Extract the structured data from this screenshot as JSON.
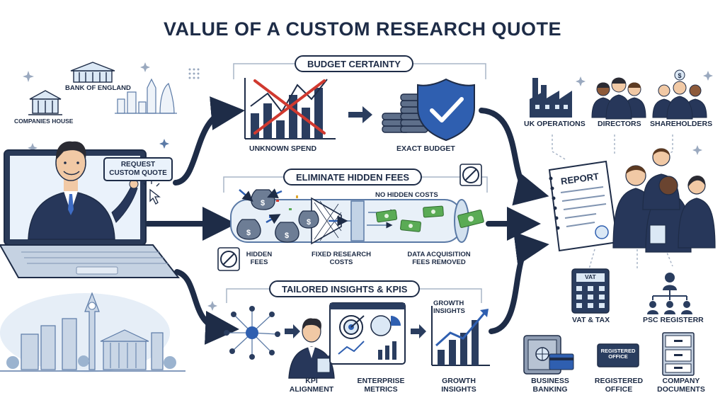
{
  "title": "VALUE OF A CUSTOM RESEARCH QUOTE",
  "left": {
    "bank_of_england": "BANK OF ENGLAND",
    "companies_house": "COMPANIES HOUSE",
    "request_button": "REQUEST CUSTOM QUOTE"
  },
  "budget_section": {
    "heading": "BUDGET CERTAINTY",
    "unknown_spend": "UNKNOWN SPEND",
    "exact_budget": "EXACT BUDGET"
  },
  "fees_section": {
    "heading": "ELIMINATE HIDDEN FEES",
    "no_hidden_costs": "NO HIDDEN COSTS",
    "hidden_fees": "HIDDEN FEES",
    "fixed_costs": "FIXED RESEARCH COSTS",
    "fees_removed": "DATA ACQUISITION FEES REMOVED"
  },
  "insights_section": {
    "heading": "TAILORED INSIGHTS & KPIs",
    "kpi_alignment": "KPI ALIGNMENT",
    "enterprise_metrics": "ENTERPRISE METRICS",
    "growth_insights_chart": "GROWTH INSIGHTS",
    "growth_insights": "GROWTH INSIGHTS"
  },
  "right": {
    "uk_operations": "UK OPERATIONS",
    "directors": "DIRECTORS",
    "shareholders": "SHAREHOLDERS",
    "report": "REPORT",
    "vat_tag": "VAT",
    "vat_tax": "VAT & TAX",
    "psc_register": "PSC REGISTERR",
    "registered_office_sign": "REGISTERED OFFICE",
    "business_banking": "BUSINESS BANKING",
    "registered_office": "REGISTERED OFFICE",
    "company_documents": "COMPANY DOCUMENTS"
  },
  "colors": {
    "navy": "#1e2c47",
    "steel": "#5b7aa6",
    "light_blue": "#dbe8f5",
    "money_green": "#5aab55",
    "alert_red": "#d0392f"
  },
  "icons": [
    "laptop-icon",
    "businessman-icon",
    "bank-building-icon",
    "london-skyline-icon",
    "bar-chart-icon",
    "coin-stack-icon",
    "shield-check-icon",
    "money-bag-icon",
    "tube-funnel-icon",
    "dollar-bill-icon",
    "no-fee-icon",
    "network-icon",
    "target-icon",
    "growth-chart-icon",
    "factory-icon",
    "people-icon",
    "report-document-icon",
    "calculator-icon",
    "org-chart-icon",
    "safe-icon",
    "filing-cabinet-icon"
  ]
}
